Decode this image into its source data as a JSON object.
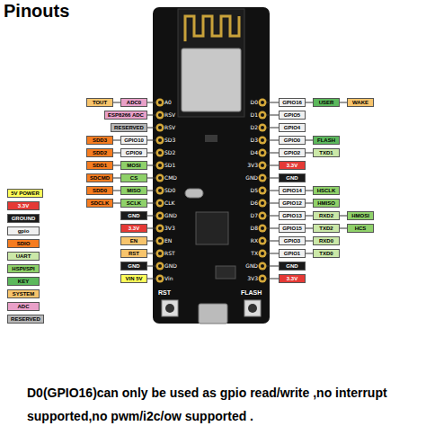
{
  "diagram": {
    "title": "Pinouts",
    "caption": "D0(GPIO16)can only be used as gpio read/write ,no interrupt supported,no pwm/i2c/ow supported .",
    "nodes": [
      {
        "text": [
          "TOUT"
        ]
      },
      {
        "text": [
          "ADC0"
        ]
      },
      {
        "text": [
          "ESP8266 ADC"
        ]
      },
      {
        "text": [
          "RESERVED"
        ]
      },
      {
        "text": [
          "SDD3"
        ]
      },
      {
        "text": [
          "GPIO10"
        ]
      },
      {
        "text": [
          "SDD2"
        ]
      },
      {
        "text": [
          "GPIO9"
        ]
      },
      {
        "text": [
          "SDD1"
        ]
      },
      {
        "text": [
          "MOSI"
        ]
      },
      {
        "text": [
          "SDCMD"
        ]
      },
      {
        "text": [
          "CS"
        ]
      },
      {
        "text": [
          "SDD0"
        ]
      },
      {
        "text": [
          "MISO"
        ]
      },
      {
        "text": [
          "SDCLK"
        ]
      },
      {
        "text": [
          "SCLK"
        ]
      },
      {
        "text": [
          "GND"
        ]
      },
      {
        "text": [
          "3.3V"
        ]
      },
      {
        "text": [
          "EN"
        ]
      },
      {
        "text": [
          "RST"
        ]
      },
      {
        "text": [
          "GND"
        ]
      },
      {
        "text": [
          "VIN 5V"
        ]
      },
      {
        "text": [
          "GPIO16"
        ]
      },
      {
        "text": [
          "USER"
        ]
      },
      {
        "text": [
          "WAKE"
        ]
      },
      {
        "text": [
          "GPIO5"
        ]
      },
      {
        "text": [
          "GPIO4"
        ]
      },
      {
        "text": [
          "GPIO0"
        ]
      },
      {
        "text": [
          "FLASH"
        ]
      },
      {
        "text": [
          "GPIO2"
        ]
      },
      {
        "text": [
          "TXD1"
        ]
      },
      {
        "text": [
          "3.3V"
        ]
      },
      {
        "text": [
          "GND"
        ]
      },
      {
        "text": [
          "GPIO14"
        ]
      },
      {
        "text": [
          "HSCLK"
        ]
      },
      {
        "text": [
          "GPIO12"
        ]
      },
      {
        "text": [
          "HMISO"
        ]
      },
      {
        "text": [
          "GPIO13"
        ]
      },
      {
        "text": [
          "RXD2"
        ]
      },
      {
        "text": [
          "HMOSI"
        ]
      },
      {
        "text": [
          "GPIO15"
        ]
      },
      {
        "text": [
          "TXD2"
        ]
      },
      {
        "text": [
          "HCS"
        ]
      },
      {
        "text": [
          "GPIO3"
        ]
      },
      {
        "text": [
          "RXD0"
        ]
      },
      {
        "text": [
          "GPIO1"
        ]
      },
      {
        "text": [
          "TXD0"
        ]
      },
      {
        "text": [
          "GND"
        ]
      },
      {
        "text": [
          "3.3V"
        ]
      }
    ],
    "edges": [
      {
        "from": 0,
        "to": 1,
        "arrow": "none"
      },
      {
        "from": 4,
        "to": 5,
        "arrow": "none"
      },
      {
        "from": 6,
        "to": 7,
        "arrow": "none"
      },
      {
        "from": 8,
        "to": 9,
        "arrow": "none"
      },
      {
        "from": 10,
        "to": 11,
        "arrow": "none"
      },
      {
        "from": 12,
        "to": 13,
        "arrow": "none"
      },
      {
        "from": 14,
        "to": 15,
        "arrow": "none"
      },
      {
        "from": 22,
        "to": 23,
        "arrow": "none"
      },
      {
        "from": 23,
        "to": 24,
        "arrow": "none"
      },
      {
        "from": 27,
        "to": 28,
        "arrow": "none"
      },
      {
        "from": 29,
        "to": 30,
        "arrow": "none"
      },
      {
        "from": 33,
        "to": 34,
        "arrow": "none"
      },
      {
        "from": 35,
        "to": 36,
        "arrow": "none"
      },
      {
        "from": 37,
        "to": 38,
        "arrow": "none"
      },
      {
        "from": 38,
        "to": 39,
        "arrow": "none"
      },
      {
        "from": 40,
        "to": 41,
        "arrow": "none"
      },
      {
        "from": 41,
        "to": 42,
        "arrow": "none"
      },
      {
        "from": 43,
        "to": 44,
        "arrow": "none"
      },
      {
        "from": 45,
        "to": 46,
        "arrow": "none"
      }
    ],
    "labels": [
      "A0",
      "RSV",
      "RSV",
      "SD3",
      "SD2",
      "SD1",
      "CMD",
      "SD0",
      "CLK",
      "GND",
      "3V3",
      "EN",
      "RST",
      "GND",
      "Vin",
      "D0",
      "D1",
      "D2",
      "D3",
      "D4",
      "3V3",
      "GND",
      "D5",
      "D6",
      "D7",
      "D8",
      "RX",
      "TX",
      "GND",
      "3V3",
      "RST",
      "FLASH"
    ],
    "legend": [
      {
        "text": "5V POWER",
        "color": "#ffff5a"
      },
      {
        "text": "3.3V",
        "color": "#e53935"
      },
      {
        "text": "GROUND",
        "color": "#1a1a1a"
      },
      {
        "text": "gpio",
        "color": "#f0f0f0"
      },
      {
        "text": "SDIO",
        "color": "#f57c20"
      },
      {
        "text": "UART",
        "color": "#cbe8a8"
      },
      {
        "text": "HSPI/SPI",
        "color": "#8fd16a"
      },
      {
        "text": "KEY",
        "color": "#5cb85c"
      },
      {
        "text": "SYSTEM",
        "color": "#f7c46c"
      },
      {
        "text": "ADC",
        "color": "#e9a0c8"
      },
      {
        "text": "RESERVED",
        "color": "#b7b7b7"
      }
    ]
  }
}
